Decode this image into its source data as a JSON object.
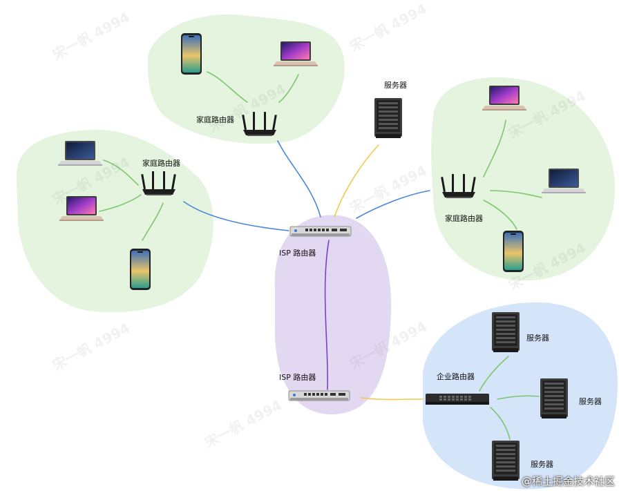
{
  "colors": {
    "home_region": "#e4f4df",
    "isp_region": "#e3d8f1",
    "enterprise_region": "#d4e4f9",
    "link_home": "#4a86d6",
    "link_device": "#7cc66b",
    "link_server": "#f2c94c",
    "link_backbone": "#7b3fc4"
  },
  "labels": {
    "home_router_top": "家庭路由器",
    "home_router_left": "家庭路由器",
    "home_router_right": "家庭路由器",
    "server_center": "服务器",
    "isp_router_upper": "ISP 路由器",
    "isp_router_lower": "ISP 路由器",
    "enterprise_router": "企业路由器",
    "server_ent_1": "服务器",
    "server_ent_2": "服务器",
    "server_ent_3": "服务器"
  },
  "watermark": "宋一帆 4994",
  "footer": "@稀土掘金技术社区"
}
